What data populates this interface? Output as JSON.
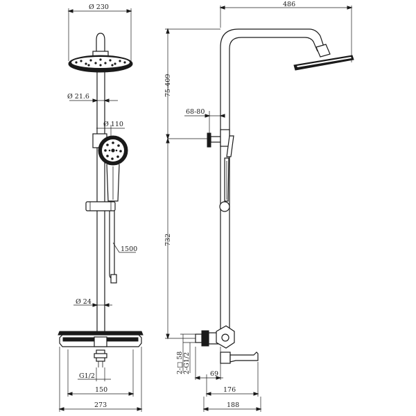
{
  "front_view": {
    "head_diameter": "Ø 230",
    "riser_diameter_top": "Ø 21.6",
    "handshower_diameter": "Ø 110",
    "hose_length": "1500",
    "riser_diameter_bottom": "Ø 24",
    "inlet_thread": "G1/2",
    "inlet_spacing": "150",
    "overall_width": "273"
  },
  "side_view": {
    "arm_reach": "486",
    "head_height_range": "75-409",
    "valve_offset": "68-80",
    "riser_height": "732",
    "flange_size": "2-□ 58",
    "flange_thread": "2-G1/2",
    "inlet_offset": "69",
    "spout_reach": "176",
    "overall_depth": "188"
  }
}
